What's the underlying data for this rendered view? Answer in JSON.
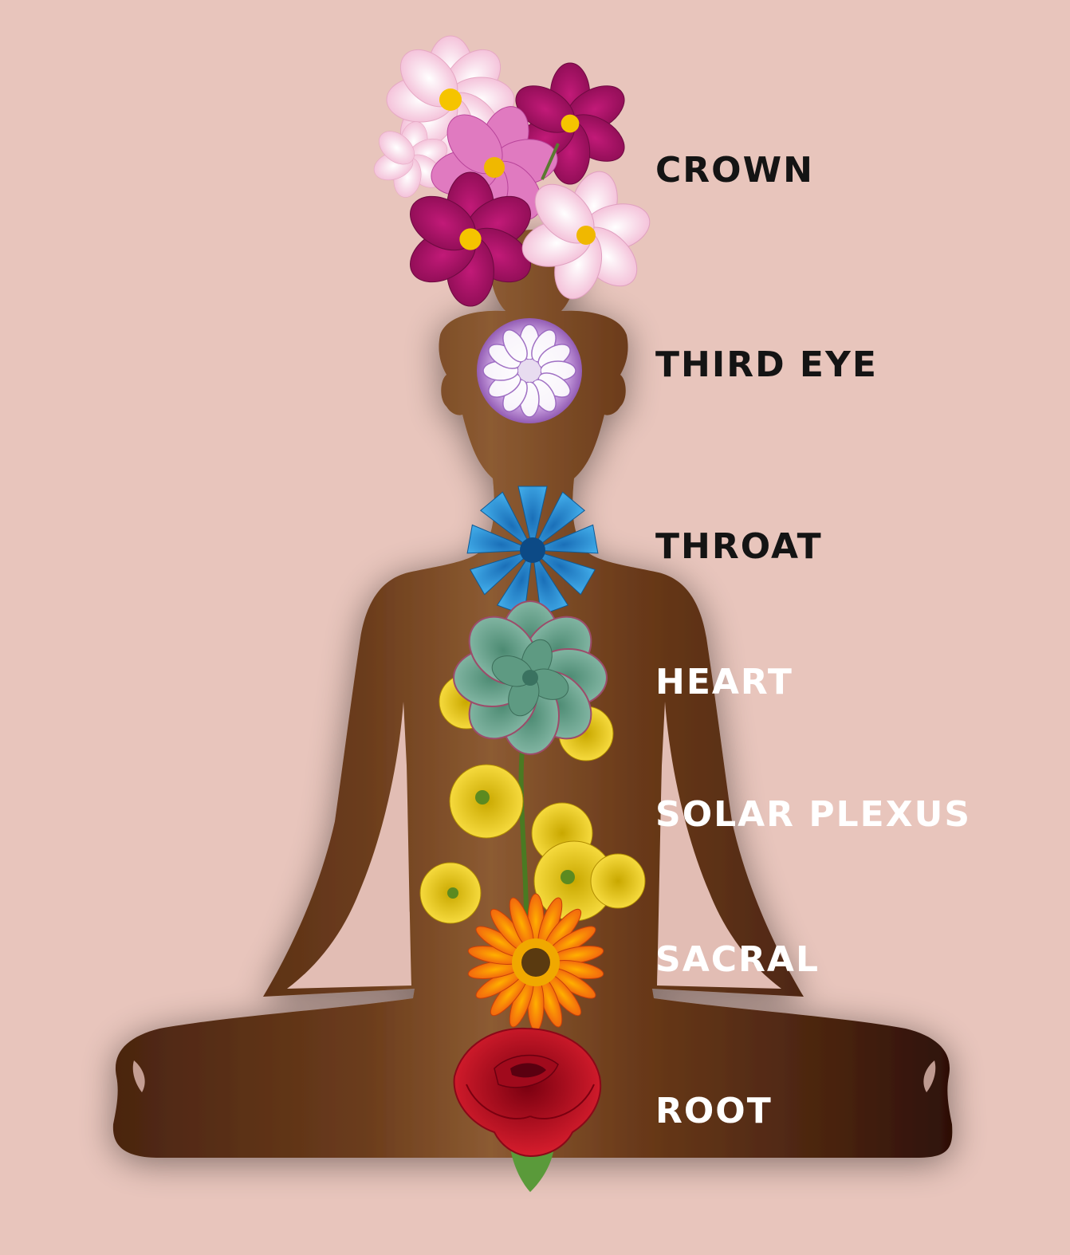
{
  "chakras": [
    {
      "key": "crown",
      "label": "CROWN",
      "flower": "pink-magenta-cosmos-cluster-icon",
      "text_color": "#141414"
    },
    {
      "key": "third_eye",
      "label": "THIRD EYE",
      "flower": "purple-dahlia-icon",
      "text_color": "#141414"
    },
    {
      "key": "throat",
      "label": "THROAT",
      "flower": "blue-chicory-flower-icon",
      "text_color": "#141414"
    },
    {
      "key": "heart",
      "label": "HEART",
      "flower": "green-succulent-rosette-icon",
      "text_color": "#ffffff"
    },
    {
      "key": "solar_plexus",
      "label": "SOLAR PLEXUS",
      "flower": "yellow-buttercup-cluster-icon",
      "text_color": "#ffffff"
    },
    {
      "key": "sacral",
      "label": "SACRAL",
      "flower": "orange-gerbera-icon",
      "text_color": "#ffffff"
    },
    {
      "key": "root",
      "label": "ROOT",
      "flower": "red-rose-icon",
      "text_color": "#ffffff"
    }
  ],
  "colors": {
    "background": "#e8c5bc",
    "silhouette_light": "#8a5a30",
    "silhouette_dark": "#3a1a0a"
  }
}
